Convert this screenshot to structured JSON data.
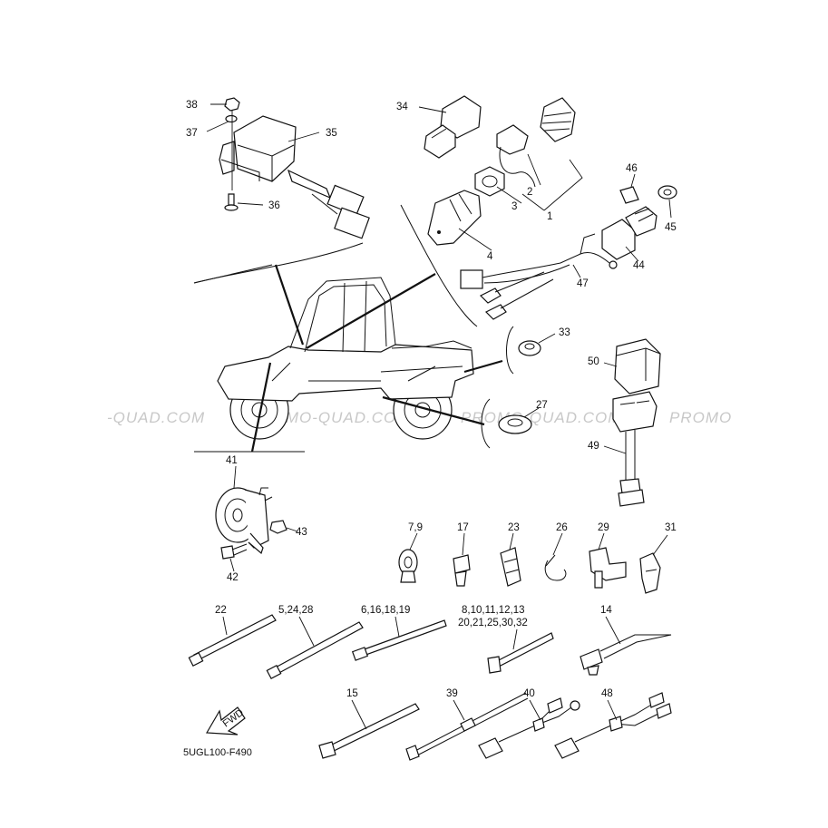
{
  "watermark": {
    "left": "-QUAD.COM",
    "center_left": "PROMO-QUAD.COM",
    "center_right": "PROMO-QUAD.COM",
    "right": "PROMO"
  },
  "diagram_code": "5UGL100-F490",
  "fwd_label": "FWD",
  "callouts": {
    "c1": "1",
    "c2": "2",
    "c3": "3",
    "c4": "4",
    "c7_9": "7,9",
    "c14": "14",
    "c15": "15",
    "c17": "17",
    "c22": "22",
    "c23": "23",
    "c26": "26",
    "c27": "27",
    "c29": "29",
    "c31": "31",
    "c33": "33",
    "c34": "34",
    "c35": "35",
    "c36": "36",
    "c37": "37",
    "c38": "38",
    "c39": "39",
    "c40": "40",
    "c41": "41",
    "c42": "42",
    "c43": "43",
    "c44": "44",
    "c45": "45",
    "c46": "46",
    "c47": "47",
    "c48": "48",
    "c49": "49",
    "c50": "50",
    "c5_24_28": "5,24,28",
    "c6_16_18_19": "6,16,18,19",
    "c8_line1": "8,10,11,12,13",
    "c8_line2": "20,21,25,30,32"
  }
}
